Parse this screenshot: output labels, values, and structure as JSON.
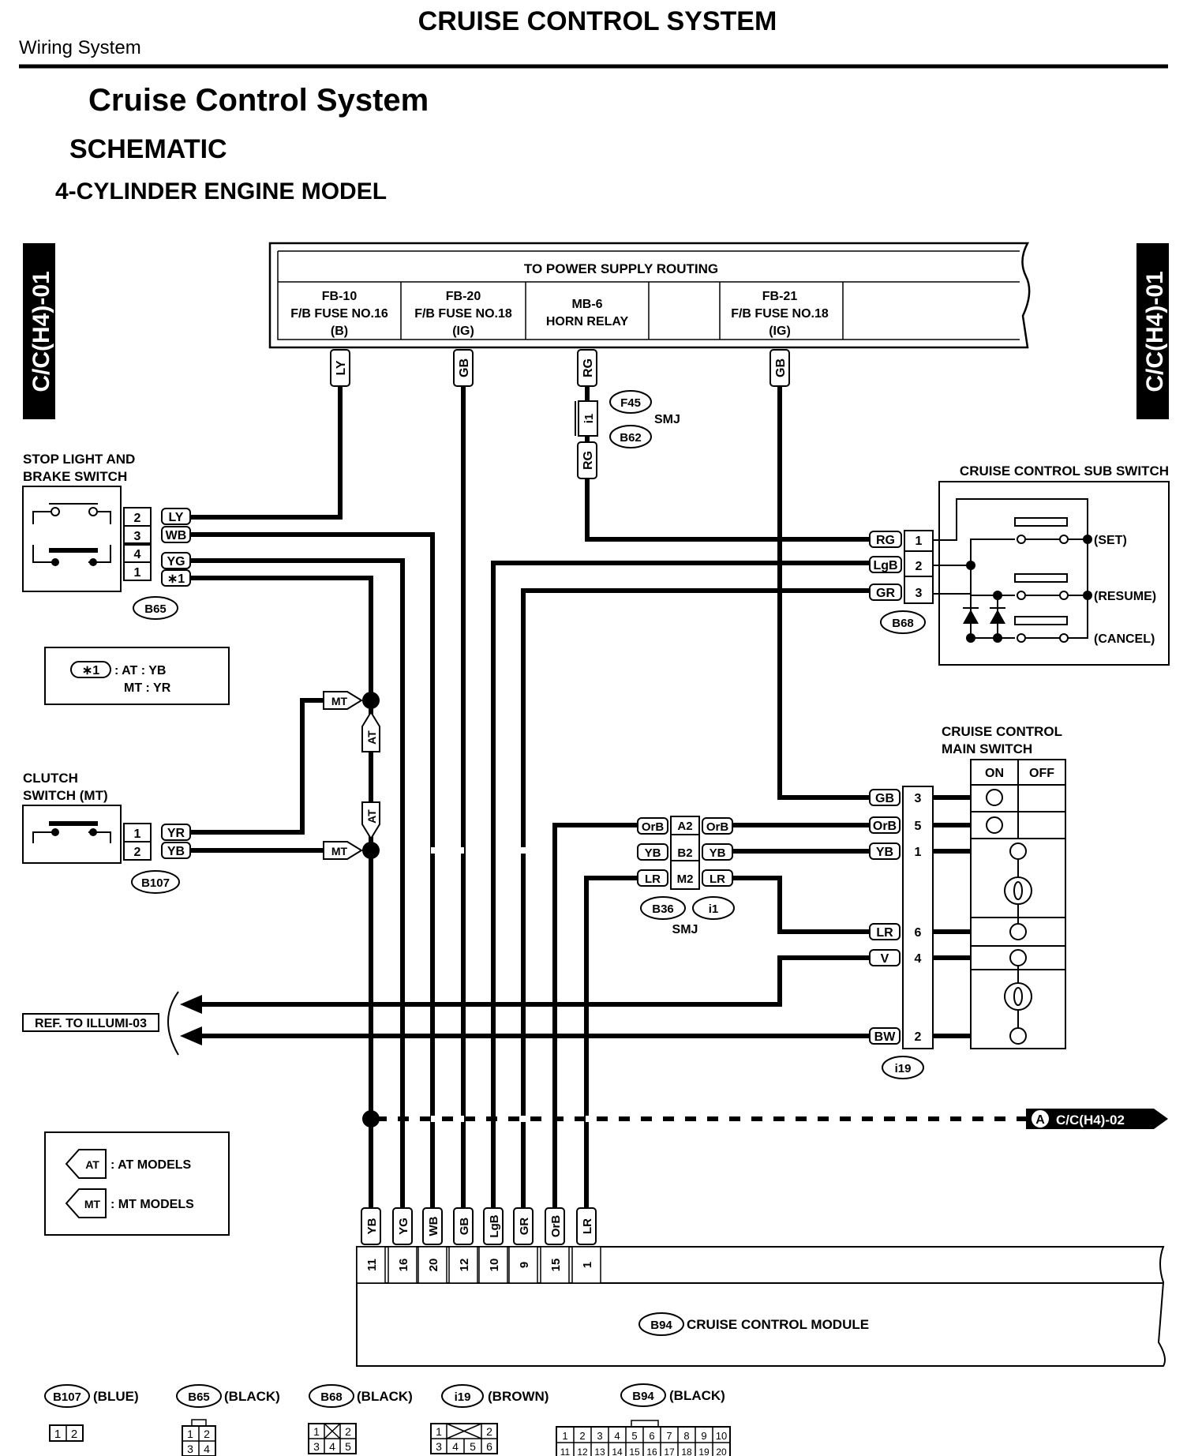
{
  "header": {
    "page_title": "CRUISE CONTROL SYSTEM",
    "section": "Wiring System",
    "doc_title": "Cruise Control System",
    "doc_subtitle": "SCHEMATIC",
    "doc_model": "4-CYLINDER ENGINE MODEL",
    "side_tab": "C/C(H4)-01"
  },
  "power_supply": {
    "title": "TO POWER SUPPLY ROUTING",
    "cells": [
      {
        "line1": "FB-10",
        "line2": "F/B FUSE NO.16",
        "line3": "(B)"
      },
      {
        "line1": "FB-20",
        "line2": "F/B FUSE NO.18",
        "line3": "(IG)"
      },
      {
        "line1": "MB-6",
        "line2": "HORN RELAY",
        "line3": ""
      },
      {
        "line1": "",
        "line2": "",
        "line3": ""
      },
      {
        "line1": "FB-21",
        "line2": "F/B FUSE NO.18",
        "line3": "(IG)"
      }
    ]
  },
  "wires": {
    "ly": "LY",
    "gb": "GB",
    "rg": "RG",
    "wb": "WB",
    "yg": "YG",
    "star1": "∗1",
    "yr": "YR",
    "yb": "YB",
    "lgb": "LgB",
    "gr": "GR",
    "orb": "OrB",
    "lr": "LR",
    "v": "V",
    "bw": "BW"
  },
  "smj": {
    "connector1": "F45",
    "connector2": "B62",
    "pin": "i1",
    "label": "SMJ",
    "connector3": "B36",
    "connector4": "i1",
    "pins": [
      "A2",
      "B2",
      "M2"
    ]
  },
  "stop_switch": {
    "title_line1": "STOP LIGHT AND",
    "title_line2": "BRAKE SWITCH",
    "pins": [
      "2",
      "3",
      "4",
      "1"
    ],
    "connector": "B65"
  },
  "note_box": {
    "symbol": "∗1",
    "line1": ": AT : YB",
    "line2": "MT : YR"
  },
  "clutch_switch": {
    "title_line1": "CLUTCH",
    "title_line2": "SWITCH (MT)",
    "pins": [
      "1",
      "2"
    ],
    "connector": "B107"
  },
  "tags": {
    "at": "AT",
    "mt": "MT"
  },
  "sub_switch": {
    "title": "CRUISE CONTROL SUB SWITCH",
    "pins": [
      "1",
      "2",
      "3"
    ],
    "connector": "B68",
    "set": "(SET)",
    "resume": "(RESUME)",
    "cancel": "(CANCEL)"
  },
  "main_switch": {
    "title_line1": "CRUISE CONTROL",
    "title_line2": "MAIN SWITCH",
    "on": "ON",
    "off": "OFF",
    "pins": [
      "3",
      "5",
      "1",
      "6",
      "4",
      "2"
    ],
    "connector": "i19"
  },
  "ref_illumi": "REF. TO ILLUMI-03",
  "ref_a": {
    "letter": "A",
    "text": "C/C(H4)-02"
  },
  "legend": {
    "at": ": AT MODELS",
    "mt": ": MT MODELS"
  },
  "module": {
    "connector": "B94",
    "name": "CRUISE CONTROL MODULE",
    "wires": [
      "YB",
      "YG",
      "WB",
      "GB",
      "LgB",
      "GR",
      "OrB",
      "LR"
    ],
    "pins": [
      "11",
      "16",
      "20",
      "12",
      "10",
      "9",
      "15",
      "1"
    ]
  },
  "footer": {
    "b107": {
      "name": "B107",
      "color": "(BLUE)",
      "pins": [
        "1",
        "2"
      ]
    },
    "b65": {
      "name": "B65",
      "color": "(BLACK)",
      "pins": [
        "1",
        "2",
        "3",
        "4"
      ]
    },
    "b68": {
      "name": "B68",
      "color": "(BLACK)",
      "pins": [
        "1",
        "2",
        "3",
        "4",
        "5"
      ]
    },
    "i19": {
      "name": "i19",
      "color": "(BROWN)",
      "pins": [
        "1",
        "2",
        "3",
        "4",
        "5",
        "6"
      ]
    },
    "b94": {
      "name": "B94",
      "color": "(BLACK)",
      "pins_top": [
        "1",
        "2",
        "3",
        "4",
        "5",
        "6",
        "7",
        "8",
        "9",
        "10"
      ],
      "pins_bottom": [
        "11",
        "12",
        "13",
        "14",
        "15",
        "16",
        "17",
        "18",
        "19",
        "20"
      ]
    }
  }
}
